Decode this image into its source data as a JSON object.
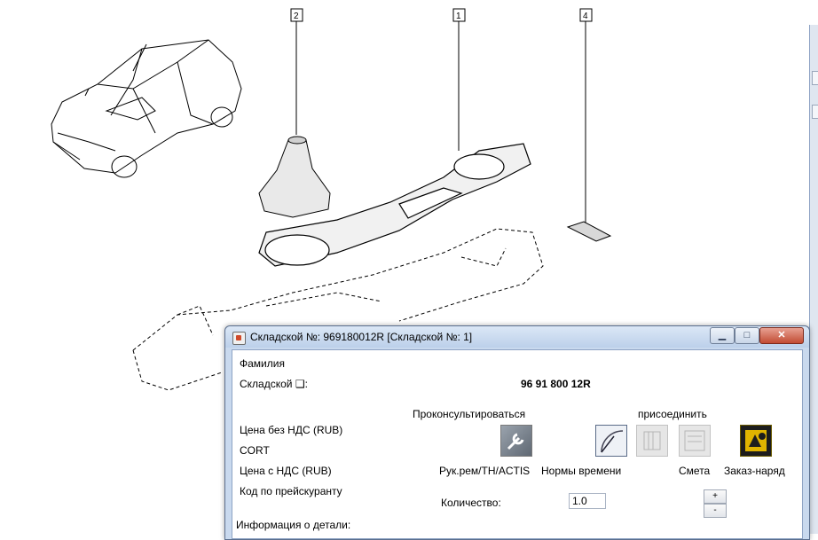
{
  "diagram": {
    "callouts": [
      "2",
      "1",
      "4"
    ]
  },
  "window": {
    "title": "Складской №: 969180012R [Складской №: 1]",
    "min_glyph": "▁",
    "max_glyph": "□",
    "close_glyph": "✕"
  },
  "form": {
    "surname_label": "Фамилия",
    "stock_label": "Складской ❑:",
    "stock_value": "96 91 800 12R",
    "price_excl_vat_label": "Цена без НДС (RUB)",
    "cort_label": "CORT",
    "price_incl_vat_label": "Цена с НДС (RUB)",
    "price_list_code_label": "Код по прейскуранту",
    "part_info_label": "Информация о детали:",
    "consult_label": "Проконсультироваться",
    "attach_label": "присоединить",
    "quantity_label": "Количество:",
    "quantity_value": "1.0",
    "plus": "+",
    "minus": "-"
  },
  "tools": [
    {
      "label": "Рук.рем/TH/ACTIS",
      "icon": "wrench-icon",
      "enabled": true
    },
    {
      "label": "Нормы времени",
      "icon": "clock-icon",
      "enabled": true
    },
    {
      "label": "",
      "icon": "book-icon",
      "enabled": false
    },
    {
      "label": "Смета",
      "icon": "estimate-icon",
      "enabled": false
    },
    {
      "label": "Заказ-наряд",
      "icon": "work-order-icon",
      "enabled": true
    }
  ]
}
